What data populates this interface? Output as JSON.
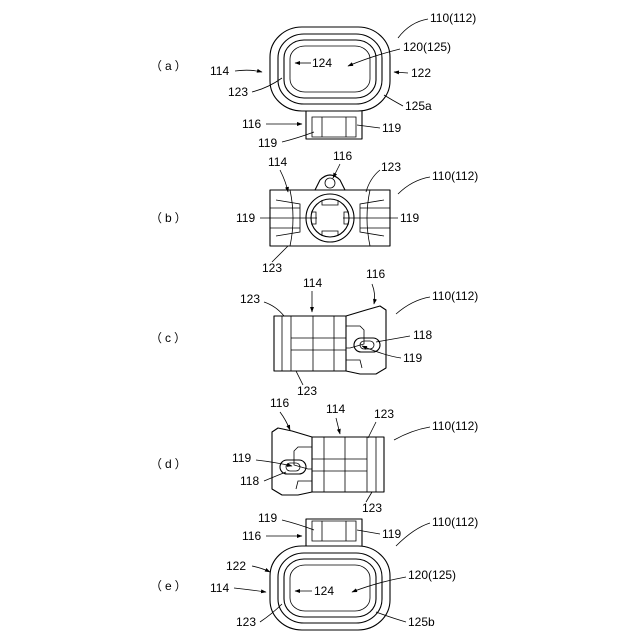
{
  "views": [
    {
      "id": "a",
      "view_label": "（a）",
      "figure_ref": "110(112)",
      "labels": {
        "n114": "114",
        "n123": "123",
        "n124": "124",
        "n120": "120(125)",
        "n122": "122",
        "n125a": "125a",
        "n116": "116",
        "n119_right": "119",
        "n119_left": "119"
      }
    },
    {
      "id": "b",
      "view_label": "（b）",
      "figure_ref": "110(112)",
      "labels": {
        "n114": "114",
        "n116": "116",
        "n123_top": "123",
        "n119_left": "119",
        "n119_right": "119",
        "n123_bottom": "123"
      }
    },
    {
      "id": "c",
      "view_label": "（c）",
      "figure_ref": "110(112)",
      "labels": {
        "n123_top": "123",
        "n114": "114",
        "n116": "116",
        "n118": "118",
        "n119": "119",
        "n123_bottom": "123"
      }
    },
    {
      "id": "d",
      "view_label": "（d）",
      "figure_ref": "110(112)",
      "labels": {
        "n116": "116",
        "n114": "114",
        "n123_top": "123",
        "n119": "119",
        "n118": "118",
        "n123_bottom": "123"
      }
    },
    {
      "id": "e",
      "view_label": "（e）",
      "figure_ref": "110(112)",
      "labels": {
        "n119_left": "119",
        "n119_right": "119",
        "n116": "116",
        "n122": "122",
        "n120": "120(125)",
        "n114": "114",
        "n124": "124",
        "n123": "123",
        "n125b": "125b"
      }
    }
  ]
}
